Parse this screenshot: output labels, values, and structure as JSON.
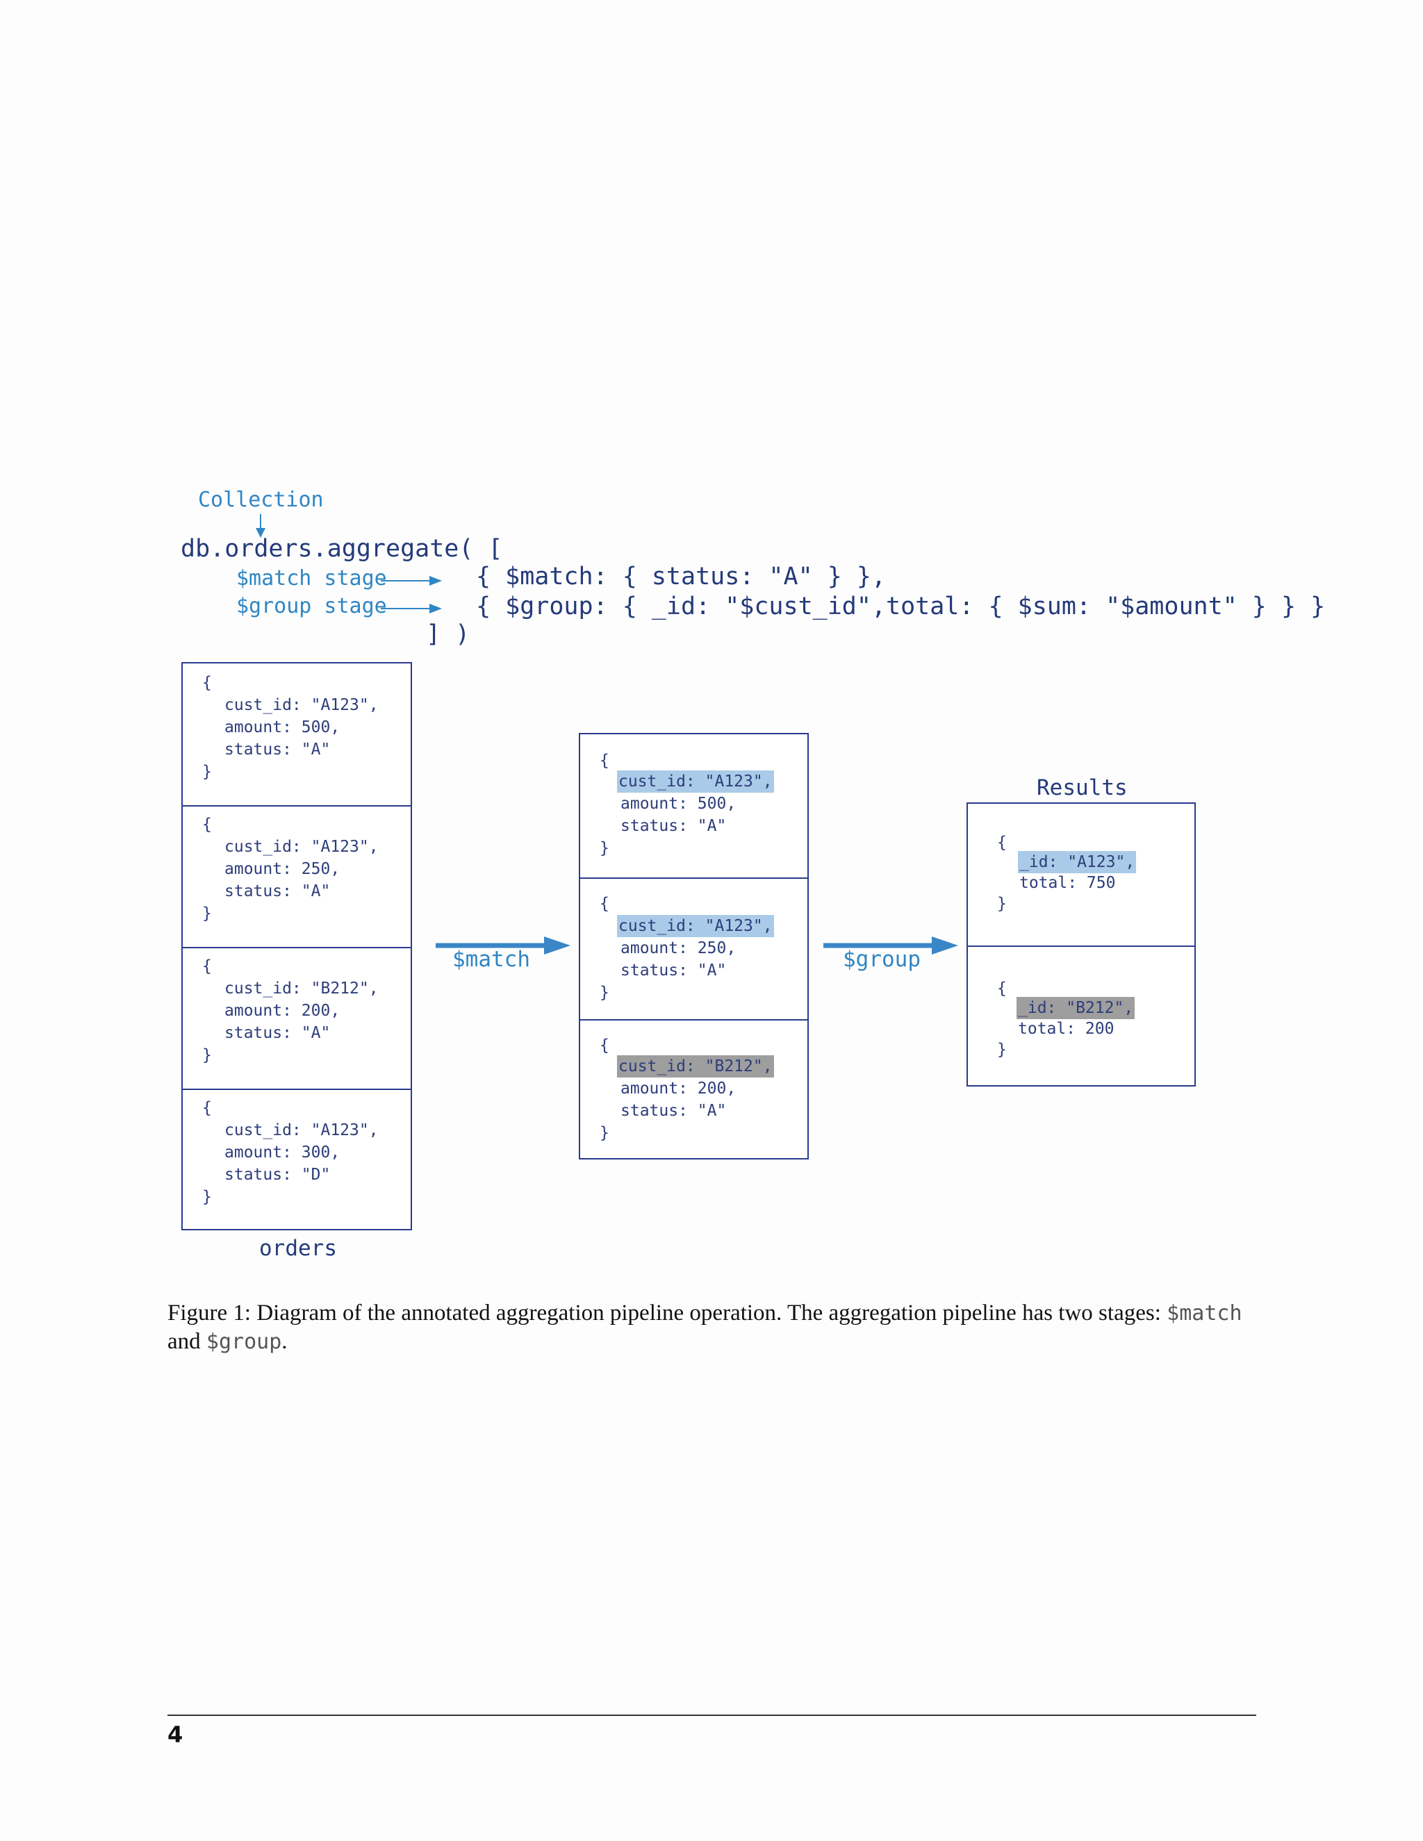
{
  "annotations": {
    "collection": "Collection",
    "match_stage": "$match stage",
    "group_stage": "$group stage"
  },
  "code": {
    "line1": "db.orders.aggregate( [",
    "line2": "{ $match: { status: \"A\" } },",
    "line3": "{ $group: { _id: \"$cust_id\",total: { $sum: \"$amount\" } } }",
    "line4": "] )"
  },
  "orders": {
    "label": "orders",
    "docs": [
      {
        "open": "{",
        "cust_id": "cust_id: \"A123\",",
        "amount": "amount: 500,",
        "status": "status: \"A\"",
        "close": "}"
      },
      {
        "open": "{",
        "cust_id": "cust_id: \"A123\",",
        "amount": "amount: 250,",
        "status": "status: \"A\"",
        "close": "}"
      },
      {
        "open": "{",
        "cust_id": "cust_id: \"B212\",",
        "amount": "amount: 200,",
        "status": "status: \"A\"",
        "close": "}"
      },
      {
        "open": "{",
        "cust_id": "cust_id: \"A123\",",
        "amount": "amount: 300,",
        "status": "status: \"D\"",
        "close": "}"
      }
    ]
  },
  "matched": {
    "docs": [
      {
        "open": "{",
        "cust_id": "cust_id: \"A123\",",
        "amount": "amount: 500,",
        "status": "status: \"A\"",
        "close": "}"
      },
      {
        "open": "{",
        "cust_id": "cust_id: \"A123\",",
        "amount": "amount: 250,",
        "status": "status: \"A\"",
        "close": "}"
      },
      {
        "open": "{",
        "cust_id": "cust_id: \"B212\",",
        "amount": "amount: 200,",
        "status": "status: \"A\"",
        "close": "}"
      }
    ]
  },
  "results": {
    "label": "Results",
    "docs": [
      {
        "open": "{",
        "id": "_id: \"A123\",",
        "total": "total: 750",
        "close": "}"
      },
      {
        "open": "{",
        "id": "_id: \"B212\",",
        "total": "total: 200",
        "close": "}"
      }
    ]
  },
  "arrows": {
    "match": "$match",
    "group": "$group"
  },
  "caption": {
    "text1": "Figure 1: Diagram of the annotated aggregation pipeline operation. The aggregation pipeline has two stages: ",
    "code1": "$match",
    "text2": "and ",
    "code2": "$group",
    "text3": "."
  },
  "page_number": "4",
  "colors": {
    "accent_blue": "#2f86c4",
    "navy": "#243a7a",
    "highlight_blue": "#a9cbe8",
    "highlight_gray": "#9e9e9e"
  }
}
